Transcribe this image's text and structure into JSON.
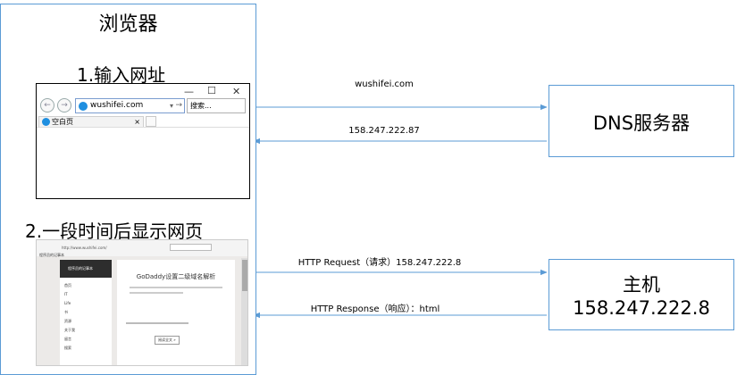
{
  "browser": {
    "title": "浏览器",
    "step1": "1.输入网址",
    "step2": "2.一段时间后显示网页",
    "ie": {
      "address": "wushifei.com",
      "search_placeholder": "搜索...",
      "tab_label": "空白页"
    },
    "page": {
      "tab_text": "程序员的记事本",
      "url_text": "http://www.wushifei.com/",
      "sidebar_title": "程序员的记事本",
      "sidebar_items": [
        "首页",
        "IT",
        "Life",
        "书",
        "资源",
        "关于我",
        "留言",
        "搜索"
      ],
      "post_title": "GoDaddy设置二级域名解析",
      "read_more": "阅读全文 »"
    }
  },
  "dns": {
    "label": "DNS服务器"
  },
  "host": {
    "label": "主机",
    "ip": "158.247.222.8"
  },
  "arrows": {
    "query": "wushifei.com",
    "answer": "158.247.222.87",
    "request": "HTTP Request（请求）158.247.222.8",
    "response": "HTTP Response（响应）：html"
  },
  "colors": {
    "box_border": "#5b9bd5",
    "arrow": "#5b9bd5",
    "ie_blue": "#1f8fe0",
    "page_header": "#2d2d2d"
  }
}
